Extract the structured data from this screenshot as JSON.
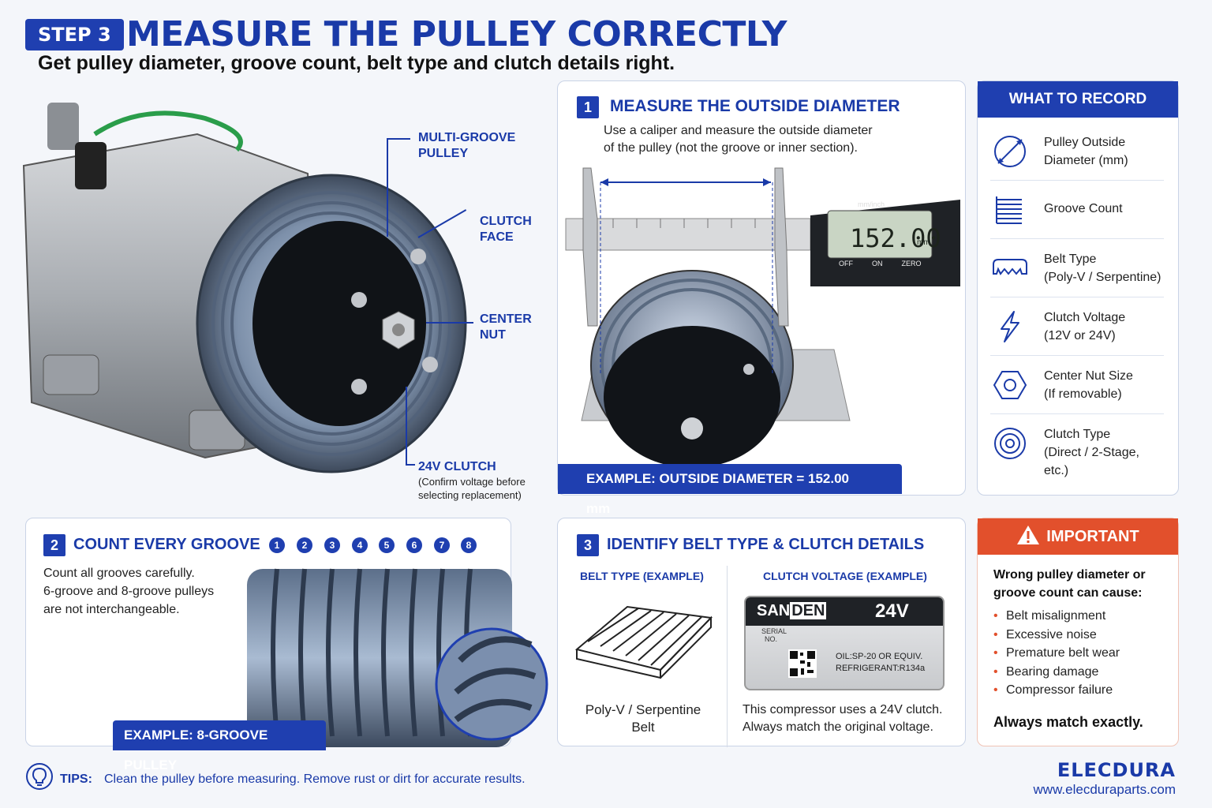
{
  "header": {
    "step_badge": "STEP 3",
    "title": "MEASURE THE PULLEY CORRECTLY",
    "subtitle": "Get pulley diameter, groove count, belt type and clutch details right."
  },
  "callouts": {
    "multi_groove": [
      "MULTI-GROOVE",
      "PULLEY"
    ],
    "clutch_face": [
      "CLUTCH",
      "FACE"
    ],
    "center_nut": [
      "CENTER",
      "NUT"
    ],
    "clutch_24v": "24V CLUTCH",
    "clutch_note": [
      "(Confirm voltage before",
      "selecting replacement)"
    ]
  },
  "step1": {
    "number": "1",
    "title": "MEASURE THE OUTSIDE DIAMETER",
    "text": [
      "Use a caliper and measure the outside diameter",
      "of the pulley (not the groove or inner section)."
    ],
    "caliper_reading": "152.00",
    "caliper_unit": "mm",
    "caliper_mode": "mm/inch",
    "caliper_buttons": [
      "OFF",
      "ON",
      "ZERO"
    ],
    "example": "EXAMPLE: OUTSIDE DIAMETER = 152.00 mm"
  },
  "record": {
    "title": "WHAT TO RECORD",
    "items": [
      {
        "icon": "diameter-icon",
        "label": [
          "Pulley Outside",
          "Diameter (mm)"
        ]
      },
      {
        "icon": "grooves-icon",
        "label": [
          "Groove Count",
          ""
        ]
      },
      {
        "icon": "belt-icon",
        "label": [
          "Belt Type",
          "(Poly-V / Serpentine)"
        ]
      },
      {
        "icon": "lightning-icon",
        "label": [
          "Clutch Voltage",
          "(12V or 24V)"
        ]
      },
      {
        "icon": "hex-nut-icon",
        "label": [
          "Center Nut Size",
          "(If removable)"
        ]
      },
      {
        "icon": "clutch-rings-icon",
        "label": [
          "Clutch Type",
          "(Direct / 2-Stage, etc.)"
        ]
      }
    ]
  },
  "step2": {
    "number": "2",
    "title": "COUNT EVERY GROOVE",
    "text": [
      "Count all grooves carefully.",
      "6-groove and 8-groove pulleys",
      "are not interchangeable."
    ],
    "groove_numbers": [
      "1",
      "2",
      "3",
      "4",
      "5",
      "6",
      "7",
      "8"
    ],
    "example": "EXAMPLE: 8-GROOVE PULLEY"
  },
  "step3": {
    "number": "3",
    "title": "IDENTIFY BELT TYPE & CLUTCH DETAILS",
    "belt_heading": "BELT TYPE (EXAMPLE)",
    "belt_caption": [
      "Poly-V / Serpentine",
      "Belt"
    ],
    "clutch_heading": "CLUTCH VOLTAGE (EXAMPLE)",
    "label_brand_a": "SAN",
    "label_brand_b": "DEN",
    "label_voltage": "24V",
    "label_serial": [
      "SERIAL",
      "NO."
    ],
    "label_oil": "OIL:SP-20 OR EQUIV.",
    "label_refrigerant": "REFRIGERANT:R134a",
    "clutch_caption": [
      "This compressor uses a 24V clutch.",
      "Always match the original voltage."
    ]
  },
  "important": {
    "title": "IMPORTANT",
    "lead": [
      "Wrong pulley diameter or",
      "groove count can cause:"
    ],
    "items": [
      "Belt misalignment",
      "Excessive noise",
      "Premature belt wear",
      "Bearing damage",
      "Compressor failure"
    ],
    "final": "Always match exactly."
  },
  "tips": {
    "label": "TIPS:",
    "text": "Clean the pulley before measuring. Remove rust or dirt for accurate results."
  },
  "footer": {
    "brand": "ELECDURA",
    "url": "www.elecduraparts.com"
  },
  "colors": {
    "primary_blue": "#1f3fb0",
    "accent_orange": "#e2502c"
  }
}
